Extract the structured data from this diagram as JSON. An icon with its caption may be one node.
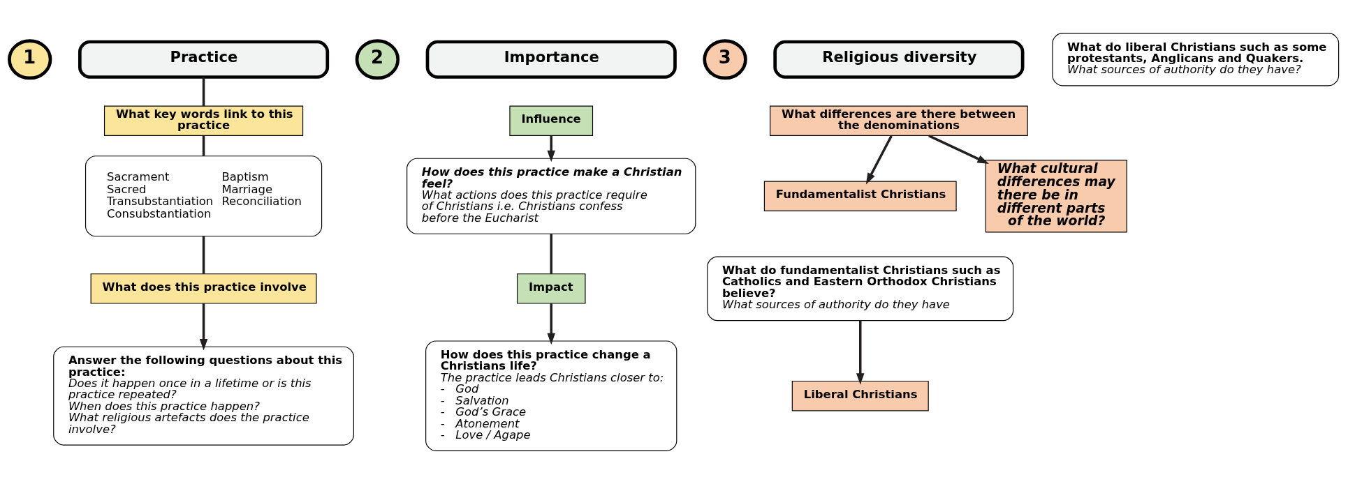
{
  "diagram": {
    "nodes": [
      {
        "text": [
          "1"
        ]
      },
      {
        "text": [
          "Practice"
        ]
      },
      {
        "text": [
          "What key words link to this practice"
        ]
      },
      {
        "text": [
          "Sacrament",
          "Sacred",
          "Transubstantiation",
          "Consubstantiation",
          "Baptism",
          "Marriage",
          "Reconciliation"
        ]
      },
      {
        "text": [
          "What does this practice involve"
        ]
      },
      {
        "text": [
          "Answer the following questions about this practice:",
          "Does it happen once in a lifetime or is this practice repeated?",
          "When does this practice happen?",
          "What religious artefacts does the practice involve?"
        ]
      },
      {
        "text": [
          "2"
        ]
      },
      {
        "text": [
          "Importance"
        ]
      },
      {
        "text": [
          "Influence"
        ]
      },
      {
        "text": [
          "How does this practice make a Christian feel?",
          "What actions does this practice require of Christians i.e. Christians confess before the Eucharist"
        ]
      },
      {
        "text": [
          "Impact"
        ]
      },
      {
        "text": [
          "How does this practice change a Christians life?",
          "The practice leads Christians closer to:",
          "-   God",
          "-   Salvation",
          "-   God’s Grace",
          "-   Atonement",
          "-   Love / Agape"
        ]
      },
      {
        "text": [
          "3"
        ]
      },
      {
        "text": [
          "Religious diversity"
        ]
      },
      {
        "text": [
          "What differences are there between the denominations"
        ]
      },
      {
        "text": [
          "Fundamentalist Christians"
        ]
      },
      {
        "text": [
          "What do fundamentalist Christians such as Catholics and Eastern Orthodox Christians believe?",
          "What sources of authority do they have"
        ]
      },
      {
        "text": [
          "Liberal Christians"
        ]
      },
      {
        "text": [
          "What do liberal Christians such as some protestants, Anglicans and Quakers.",
          "What sources of authority do they have?"
        ]
      },
      {
        "text": [
          "What cultural differences may there be in different parts of the world?"
        ]
      }
    ],
    "edges": [
      {
        "from": 1,
        "to": 2,
        "arrow": "none"
      },
      {
        "from": 2,
        "to": 3,
        "arrow": "none"
      },
      {
        "from": 3,
        "to": 4,
        "arrow": "none"
      },
      {
        "from": 4,
        "to": 5,
        "arrow": "to"
      },
      {
        "from": 8,
        "to": 9,
        "arrow": "to"
      },
      {
        "from": 9,
        "to": 10,
        "arrow": "none"
      },
      {
        "from": 10,
        "to": 11,
        "arrow": "to"
      },
      {
        "from": 14,
        "to": 15,
        "arrow": "to"
      },
      {
        "from": 14,
        "to": 19,
        "arrow": "to"
      },
      {
        "from": 16,
        "to": 17,
        "arrow": "to"
      }
    ]
  }
}
